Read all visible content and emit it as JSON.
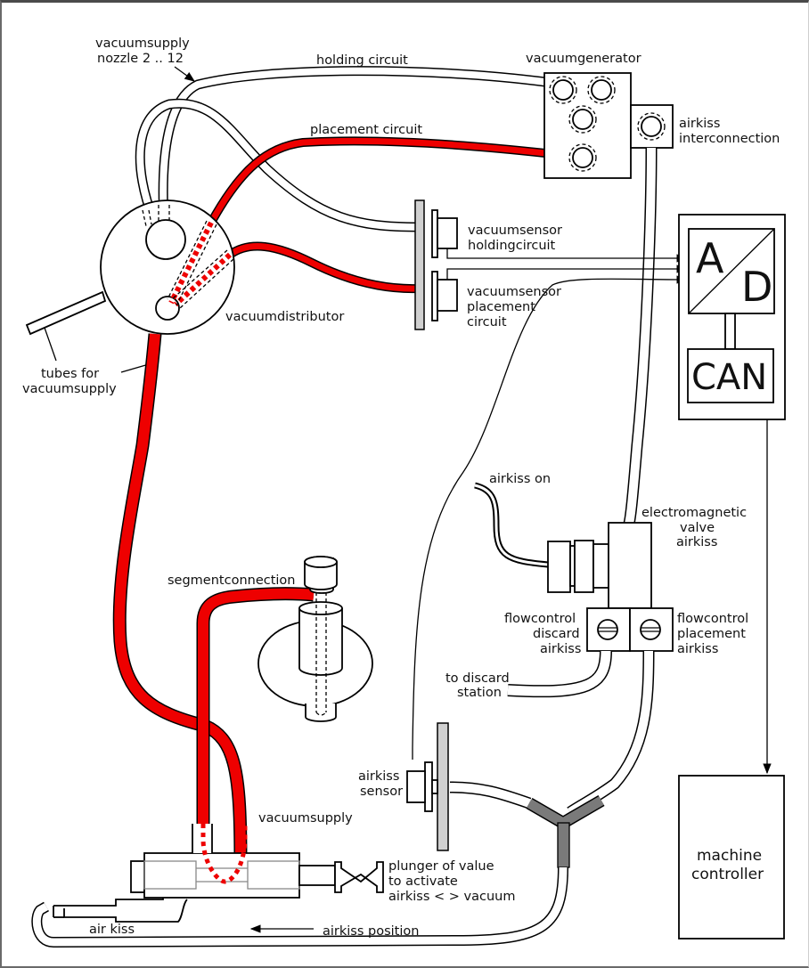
{
  "diagram": {
    "title": "Vacuum and airkiss pneumatic system",
    "colors": {
      "vacuum_tube": "#ee0000",
      "outline": "#000000",
      "sensor_plate": "#d0d0d0",
      "y_connector": "#7a7a7a",
      "background": "#ffffff"
    },
    "labels": {
      "vacuumsupply_nozzle_line1": "vacuumsupply",
      "vacuumsupply_nozzle_line2": "nozzle 2 .. 12",
      "holding_circuit": "holding circuit",
      "vacuumgenerator": "vacuumgenerator",
      "placement_circuit": "placement circuit",
      "airkiss_interconnection_line1": "airkiss",
      "airkiss_interconnection_line2": "interconnection",
      "vacuumsensor_holding_line1": "vacuumsensor",
      "vacuumsensor_holding_line2": "holdingcircuit",
      "vacuumsensor_placement_line1": "vacuumsensor",
      "vacuumsensor_placement_line2": "placement",
      "vacuumsensor_placement_line3": "circuit",
      "vacuumdistributor": "vacuumdistributor",
      "tubes_for_vacuumsupply_line1": "tubes for",
      "tubes_for_vacuumsupply_line2": "vacuumsupply",
      "ad_a": "A",
      "ad_d": "D",
      "can": "CAN",
      "airkiss_on": "airkiss on",
      "electromagnetic_valve_line1": "electromagnetic",
      "electromagnetic_valve_line2": "valve",
      "electromagnetic_valve_line3": "airkiss",
      "flowcontrol_discard_line1": "flowcontrol",
      "flowcontrol_discard_line2": "discard",
      "flowcontrol_discard_line3": "airkiss",
      "flowcontrol_placement_line1": "flowcontrol",
      "flowcontrol_placement_line2": "placement",
      "flowcontrol_placement_line3": "airkiss",
      "to_discard_station_line1": "to discard",
      "to_discard_station_line2": "station",
      "segmentconnection": "segmentconnection",
      "airkiss_sensor_line1": "airkiss",
      "airkiss_sensor_line2": "sensor",
      "vacuumsupply": "vacuumsupply",
      "plunger_line1": "plunger of value",
      "plunger_line2": "to activate",
      "plunger_line3": "airkiss < > vacuum",
      "air_kiss": "air kiss",
      "airkiss_position": "airkiss position",
      "machine_controller_line1": "machine",
      "machine_controller_line2": "controller"
    }
  }
}
